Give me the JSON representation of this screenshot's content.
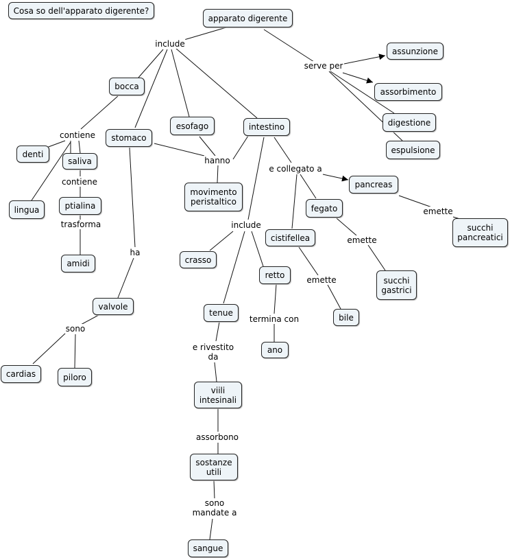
{
  "concepts": {
    "title_box": "Cosa so dell'apparato digerente?",
    "apparato": "apparato digerente",
    "assunzione": "assunzione",
    "assorbimento": "assorbimento",
    "digestione": "digestione",
    "espulsione": "espulsione",
    "bocca": "bocca",
    "stomaco": "stomaco",
    "esofago": "esofago",
    "intestino": "intestino",
    "denti": "denti",
    "saliva": "saliva",
    "lingua": "lingua",
    "ptialina": "ptialina",
    "amidi": "amidi",
    "movimento": "movimento\nperistaltico",
    "pancreas": "pancreas",
    "succhi_pancreatici": "succhi\npancreatici",
    "fegato": "fegato",
    "cistifellea": "cistifellea",
    "crasso": "crasso",
    "retto": "retto",
    "succhi_gastrici": "succhi\ngastrici",
    "bile": "bile",
    "valvole": "valvole",
    "tenue": "tenue",
    "ano": "ano",
    "cardias": "cardias",
    "piloro": "piloro",
    "villi": "viili\nintesinali",
    "sostanze": "sostanze\nutili",
    "sangue": "sangue"
  },
  "links": {
    "include": "include",
    "serve_per": "serve per",
    "contiene_1": "contiene",
    "contiene_2": "contiene",
    "trasforma": "trasforma",
    "hanno": "hanno",
    "collegato": "e collegato a",
    "emette_p": "emette",
    "emette_f": "emette",
    "emette_c": "emette",
    "include_2": "include",
    "ha": "ha",
    "termina": "termina con",
    "sono": "sono",
    "rivestito": "e rivestito\nda",
    "assorbono": "assorbono",
    "mandate": "sono\nmandate a"
  }
}
